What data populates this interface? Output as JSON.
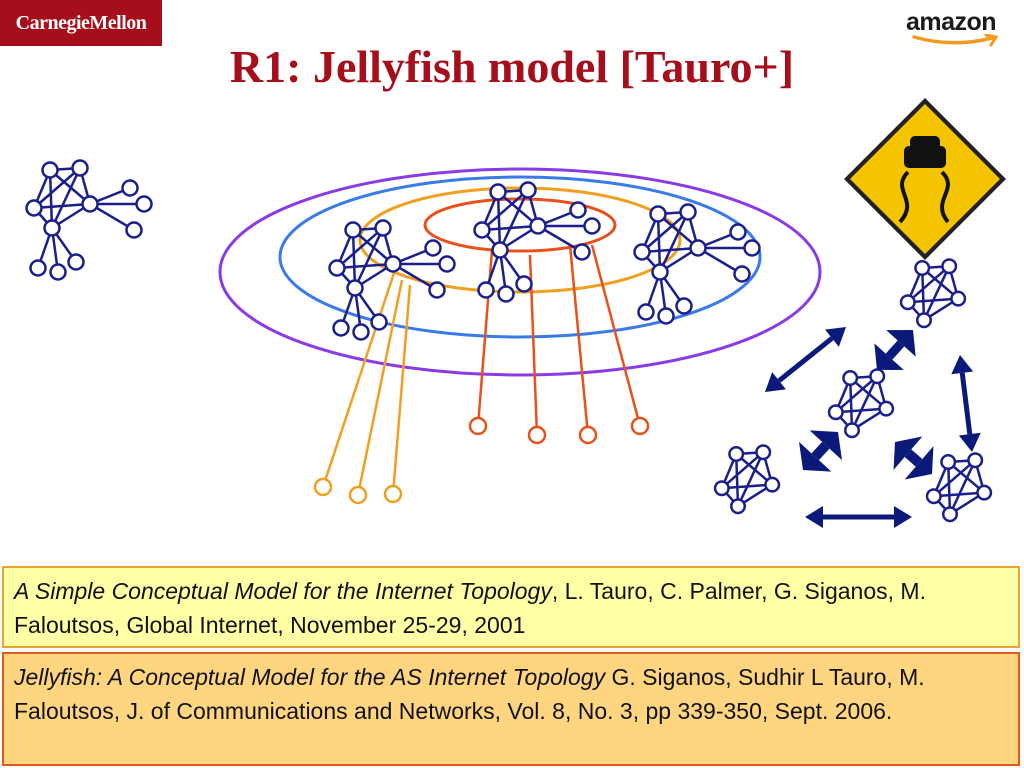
{
  "header": {
    "left_logo_text": "CarnegieMellon",
    "right_logo_text": "amazon",
    "title": "R1: Jellyfish model [Tauro+]"
  },
  "icons": {
    "sign": "slippery-road-warning-sign-icon",
    "arrow": "double-headed-arrow-icon"
  },
  "colors": {
    "title": "#a50e1a",
    "node_stroke": "#1a1f8c",
    "ring_outer": "#8a3be6",
    "ring_2": "#3a7be8",
    "ring_3": "#f0a020",
    "ring_inner": "#e8501c",
    "tentacle_orange": "#f0a020",
    "tentacle_red": "#e8501c",
    "arrow": "#0b1a7a",
    "sign_fill": "#f5c400"
  },
  "references": [
    {
      "title": "A Simple Conceptual Model for the Internet Topology",
      "rest": ", L. Tauro, C. Palmer, G. Siganos, M. Faloutsos, Global Internet, November 25-29, 2001"
    },
    {
      "title": "Jellyfish: A Conceptual Model for the AS Internet Topology",
      "rest": " G. Siganos, Sudhir L Tauro, M. Faloutsos, J. of Communications and Networks, Vol. 8, No. 3, pp 339-350, Sept. 2006."
    }
  ]
}
